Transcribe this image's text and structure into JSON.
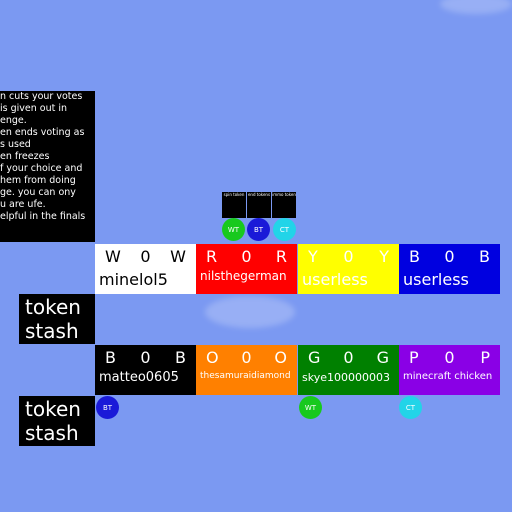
{
  "rules": {
    "lines": [
      "n cuts your votes",
      "is given out in",
      "enge.",
      "en ends voting as",
      "s used",
      "en freezes",
      "f your choice and",
      "hem from doing",
      "ge. you can ony",
      "u are ufe.",
      "elpful in the finals"
    ]
  },
  "token_panels": [
    "spin token",
    "end tokens",
    "immo token"
  ],
  "tokens_top": [
    {
      "label": "WT",
      "color": "#18c91e"
    },
    {
      "label": "BT",
      "color": "#1a1ad8"
    },
    {
      "label": "CT",
      "color": "#22d4e8"
    }
  ],
  "stash_label": "token stash",
  "players_row1": [
    {
      "l": "W",
      "c": "0",
      "r": "W",
      "name": "minelol5",
      "bg": "#ffffff",
      "fg": "#000000"
    },
    {
      "l": "R",
      "c": "0",
      "r": "R",
      "name": "nilsthegerman",
      "bg": "#ff0000",
      "fg": "#ffffff"
    },
    {
      "l": "Y",
      "c": "0",
      "r": "Y",
      "name": "userless",
      "bg": "#ffff00",
      "fg": "#ffffff"
    },
    {
      "l": "B",
      "c": "0",
      "r": "B",
      "name": "userless",
      "bg": "#0000e0",
      "fg": "#ffffff"
    }
  ],
  "players_row2": [
    {
      "l": "B",
      "c": "0",
      "r": "B",
      "name": "matteo0605",
      "bg": "#000000",
      "fg": "#ffffff"
    },
    {
      "l": "O",
      "c": "0",
      "r": "O",
      "name": "thesamuraidiamond",
      "bg": "#ff8000",
      "fg": "#ffffff"
    },
    {
      "l": "G",
      "c": "0",
      "r": "G",
      "name": "skye100000003",
      "bg": "#008000",
      "fg": "#ffffff"
    },
    {
      "l": "P",
      "c": "0",
      "r": "P",
      "name": "minecraft chicken",
      "bg": "#8a00e6",
      "fg": "#ffffff"
    }
  ],
  "tokens_bottom": [
    {
      "label": "BT",
      "color": "#1a1ad8"
    },
    {
      "label": "WT",
      "color": "#18c91e"
    },
    {
      "label": "CT",
      "color": "#22d4e8"
    }
  ]
}
